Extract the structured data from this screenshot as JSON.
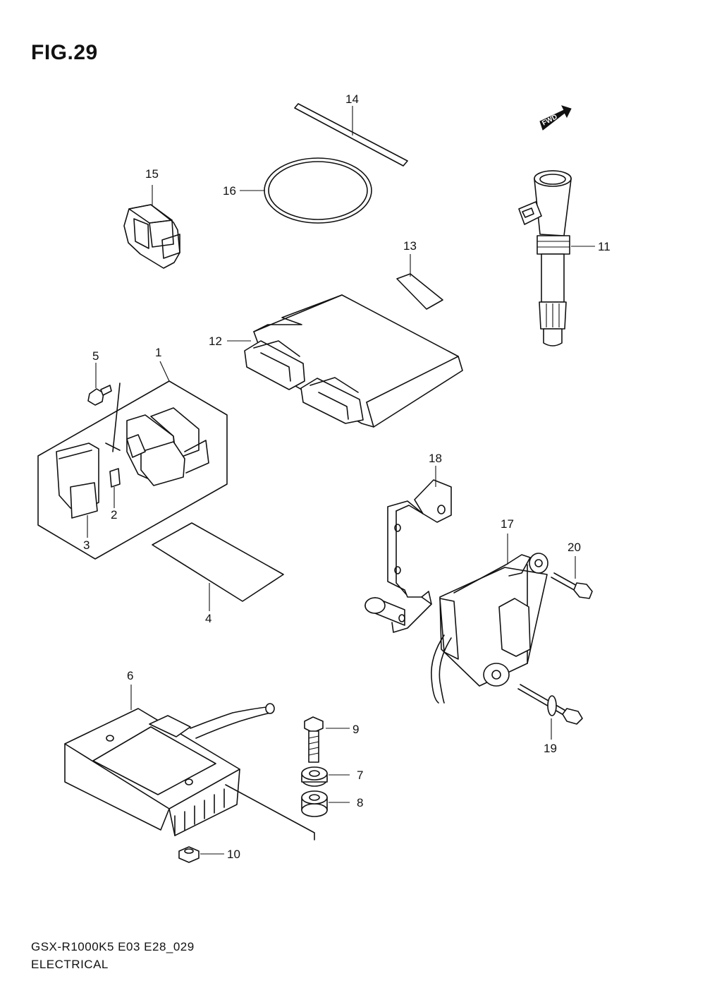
{
  "figure": {
    "title": "FIG.29",
    "model_code": "GSX-R1000K5 E03 E28_029",
    "section": "ELECTRICAL"
  },
  "fwd_arrow": {
    "label": "FWD"
  },
  "callouts": [
    "1",
    "2",
    "3",
    "4",
    "5",
    "6",
    "7",
    "8",
    "9",
    "10",
    "11",
    "12",
    "13",
    "14",
    "15",
    "16",
    "17",
    "18",
    "19",
    "20"
  ]
}
